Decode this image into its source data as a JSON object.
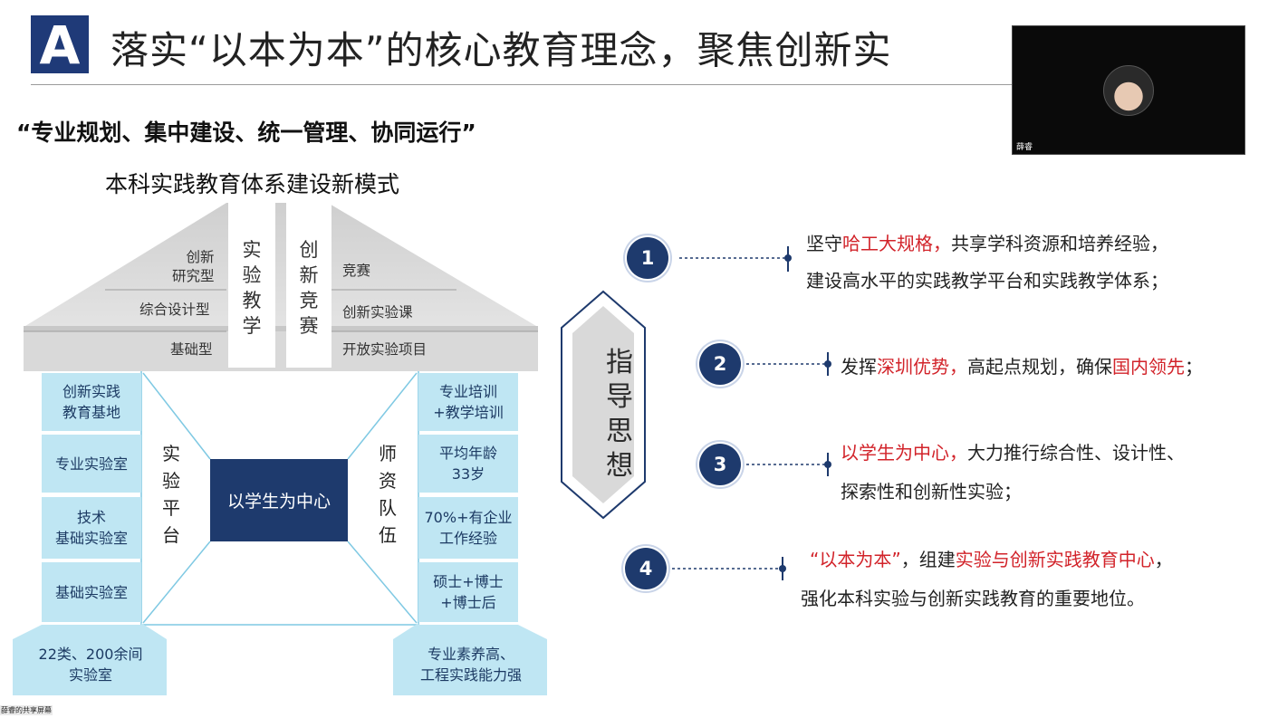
{
  "header": {
    "logo": "A",
    "title": "落实“以本为本”的核心教育理念，聚焦创新实"
  },
  "video": {
    "name": "薛睿"
  },
  "slogan": "“专业规划、集中建设、统一管理、协同运行”",
  "subtitle": "本科实践教育体系建设新模式",
  "house": {
    "roof_left": [
      "创新\n研究型",
      "综合设计型",
      "基础型"
    ],
    "roof_right": [
      "竞赛",
      "创新实验课",
      "开放实验项目"
    ],
    "pillar_left": [
      "实",
      "验",
      "教",
      "学"
    ],
    "pillar_right": [
      "创",
      "新",
      "竞",
      "赛"
    ],
    "left_column": [
      "创新实践\n教育基地",
      "专业实验室",
      "技术\n基础实验室",
      "基础实验室"
    ],
    "right_column": [
      "专业培训\n+教学培训",
      "平均年龄\n33岁",
      "70%+有企业\n工作经验",
      "硕士+博士\n+博士后"
    ],
    "mid_left": [
      "实",
      "验",
      "平",
      "台"
    ],
    "mid_right": [
      "师",
      "资",
      "队",
      "伍"
    ],
    "center": "以学生为中心",
    "base_left": "22类、200余间\n实验室",
    "base_right": "专业素养高、\n工程实践能力强"
  },
  "guide": {
    "label": [
      "指",
      "导",
      "思",
      "想"
    ],
    "items": [
      {
        "num": "1",
        "line1_pre": "坚守",
        "line1_red": "哈工大规格，",
        "line1_post": "共享学科资源和培养经验，",
        "line2": "建设高水平的实践教学平台和实践教学体系；"
      },
      {
        "num": "2",
        "line1_pre": "发挥",
        "line1_red": "深圳优势，",
        "line1_post": "高起点规划，确保",
        "line1_red2": "国内领先",
        "line1_end": "；"
      },
      {
        "num": "3",
        "line1_red": "以学生为中心，",
        "line1_post": "大力推行综合性、设计性、",
        "line2": "探索性和创新性实验；"
      },
      {
        "num": "4",
        "line1_red": "“以本为本”",
        "line1_mid": "，组建",
        "line1_red2": "实验与创新实践教育中心",
        "line1_end": "，",
        "line2": "强化本科实验与创新实践教育的重要地位。"
      }
    ]
  },
  "share_label": "薛睿的共享屏幕",
  "colors": {
    "navy": "#1e3a6d",
    "light_blue": "#bfe6f3",
    "red": "#d2232a",
    "roof_gray": "#d6d6d6"
  }
}
